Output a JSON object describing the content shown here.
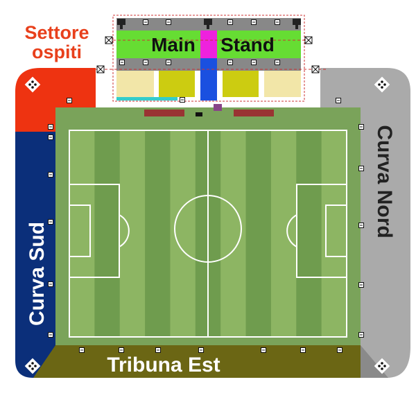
{
  "sectors": {
    "main_stand": {
      "label_1": "Main",
      "label_2": "Stand",
      "color": "#66dd33"
    },
    "settore_ospiti": {
      "label_1": "Settore",
      "label_2": "ospiti",
      "color": "#ee3311",
      "text_color": "#e8401c"
    },
    "curva_nord": {
      "label": "Curva Nord",
      "color": "#aaaaaa"
    },
    "curva_sud": {
      "label": "Curva Sud",
      "color": "#0b2f7a"
    },
    "tribuna_est": {
      "label": "Tribuna Est",
      "color": "#6b6614"
    }
  },
  "colors": {
    "pitch_light": "#8db563",
    "pitch_dark": "#6f9c4e",
    "pitch_border": "#7aa35a",
    "lines": "#ffffff",
    "stand_blue": "#1a50e0",
    "stand_magenta": "#ee22dd",
    "stand_yellow": "#cccc11",
    "stand_cream": "#f2e6a8",
    "stand_teal": "#33cccc"
  },
  "icons": [
    "exit-icon",
    "camera-icon",
    "corner-marker-icon"
  ]
}
